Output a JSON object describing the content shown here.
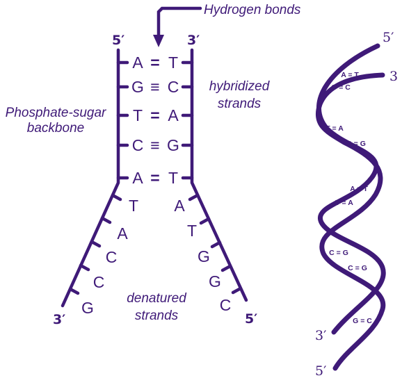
{
  "labels": {
    "hydrogen_bonds": "Hydrogen bonds",
    "hybridized_line1": "hybridized",
    "hybridized_line2": "strands",
    "backbone_line1": "Phosphate-sugar",
    "backbone_line2": "backbone",
    "denatured_line1": "denatured",
    "denatured_line2": "strands"
  },
  "strand_ends": {
    "left_top": "5′",
    "right_top": "3′",
    "left_bottom": "3′",
    "right_bottom": "5′"
  },
  "hybridized_pairs": [
    {
      "left": "A",
      "bond": "=",
      "right": "T"
    },
    {
      "left": "G",
      "bond": "≡",
      "right": "C"
    },
    {
      "left": "T",
      "bond": "=",
      "right": "A"
    },
    {
      "left": "C",
      "bond": "≡",
      "right": "G"
    },
    {
      "left": "A",
      "bond": "=",
      "right": "T"
    }
  ],
  "denatured_left_bases": [
    "T",
    "A",
    "C",
    "C",
    "G"
  ],
  "denatured_right_bases": [
    "A",
    "T",
    "G",
    "G",
    "C"
  ],
  "helix": {
    "end_top_right": "5′",
    "end_top_mid": "3",
    "end_bottom_upper": "3′",
    "end_bottom_lower": "5′",
    "pairs": [
      "A = T",
      "G = C",
      "T = A",
      "C = G",
      "A = T",
      "T = A",
      "C = G",
      "C = G",
      "G = C"
    ]
  },
  "colors": {
    "strand": "#3f1a78",
    "text": "#3f1a78",
    "background": "#ffffff"
  }
}
